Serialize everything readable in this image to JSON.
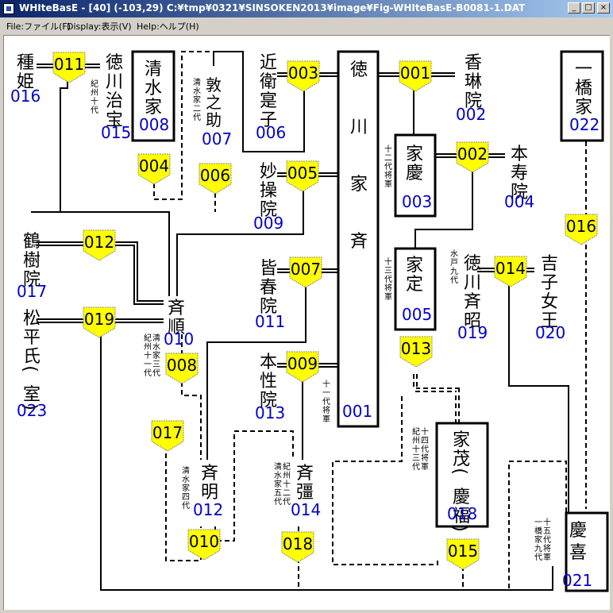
{
  "window": {
    "title": "WHIteBasE - [40] (-103,29)  C:¥tmp¥0321¥SINSOKEN2013¥image¥Fig-WHIteBasE-B0081-1.DAT",
    "controls": [
      "_",
      "□",
      "×"
    ]
  },
  "menu": {
    "file": "File:ファイル(F)",
    "display": "Display:表示(V)",
    "help": "Help:ヘルプ(H)"
  },
  "colors": {
    "id": "#0000cc",
    "badge": "#ffff00",
    "badge_border": "#888888"
  },
  "persons": [
    {
      "key": "p016",
      "name": "種姫",
      "id": "016"
    },
    {
      "key": "p015",
      "name": "徳川治宝",
      "id": "015",
      "note": "紀州十代"
    },
    {
      "key": "p008",
      "name": "清水家",
      "id": "008"
    },
    {
      "key": "p007",
      "name": "敦之助",
      "id": "007",
      "note": "清水家二代"
    },
    {
      "key": "p006",
      "name": "近衛寔子",
      "id": "006"
    },
    {
      "key": "p001",
      "name": "徳川家斉",
      "id": "001",
      "note": "十一代将軍"
    },
    {
      "key": "p002",
      "name": "香琳院",
      "id": "002"
    },
    {
      "key": "p022",
      "name": "一橋家",
      "id": "022"
    },
    {
      "key": "p003",
      "name": "家慶",
      "id": "003",
      "note": "十二代将軍"
    },
    {
      "key": "p004",
      "name": "本寿院",
      "id": "004"
    },
    {
      "key": "p009",
      "name": "妙操院",
      "id": "009"
    },
    {
      "key": "p017",
      "name": "鶴樹院",
      "id": "017"
    },
    {
      "key": "p005",
      "name": "家定",
      "id": "005",
      "note": "十三代将軍"
    },
    {
      "key": "p019",
      "name": "徳川斉昭",
      "id": "019",
      "note": "水戸九代"
    },
    {
      "key": "p020",
      "name": "吉子女王",
      "id": "020"
    },
    {
      "key": "p011",
      "name": "皆春院",
      "id": "011"
    },
    {
      "key": "p010",
      "name": "斉順",
      "id": "010",
      "note": "紀州十一代・清水家三代"
    },
    {
      "key": "p023",
      "name": "松平氏(室)",
      "id": "023"
    },
    {
      "key": "p013",
      "name": "本性院",
      "id": "013"
    },
    {
      "key": "p018",
      "name": "家茂(慶福)",
      "id": "018",
      "note": "紀州十三代・十四代将軍"
    },
    {
      "key": "p012",
      "name": "斉明",
      "id": "012",
      "note": "清水家四代"
    },
    {
      "key": "p014",
      "name": "斉彊",
      "id": "014",
      "note": "清水家五代・紀州十二代"
    },
    {
      "key": "p021",
      "name": "慶喜",
      "id": "021",
      "note": "一橋家九代・十五代将軍"
    }
  ],
  "badges": [
    "011",
    "003",
    "001",
    "004",
    "006",
    "005",
    "002",
    "012",
    "007",
    "014",
    "016",
    "019",
    "013",
    "008",
    "009",
    "017",
    "010",
    "018",
    "015"
  ]
}
